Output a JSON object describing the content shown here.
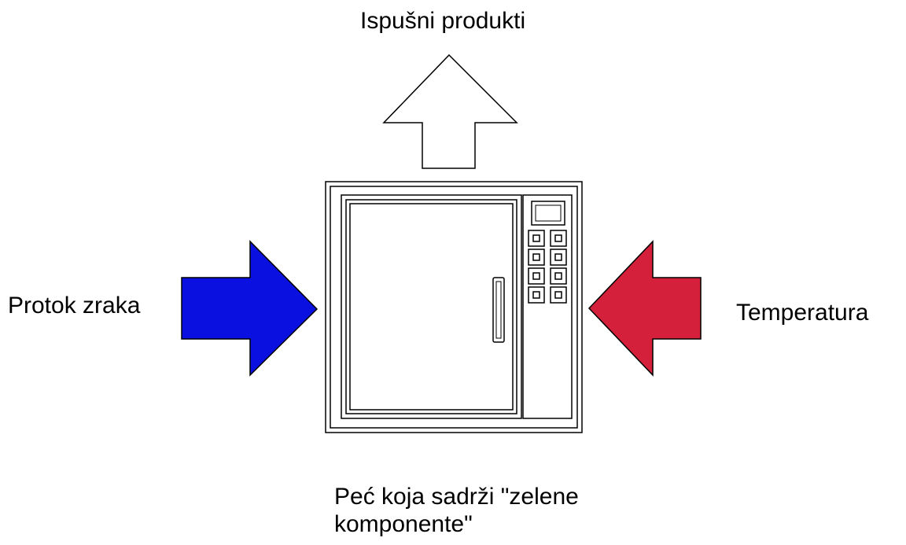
{
  "labels": {
    "exhaust": "Ispušni produkti",
    "airflow": "Protok zraka",
    "temperature": "Temperatura"
  },
  "caption": {
    "line1": "Peć koja sadrži \"zelene",
    "line2": "komponente\""
  },
  "colors": {
    "airflow_arrow": "#0a10e0",
    "temperature_arrow": "#d4203a",
    "exhaust_arrow": "#ffffff",
    "outline": "#000000"
  },
  "icons": {
    "oven": "oven-icon",
    "up_arrow": "arrow-up-icon",
    "right_arrow": "arrow-right-icon",
    "left_arrow": "arrow-left-icon"
  }
}
